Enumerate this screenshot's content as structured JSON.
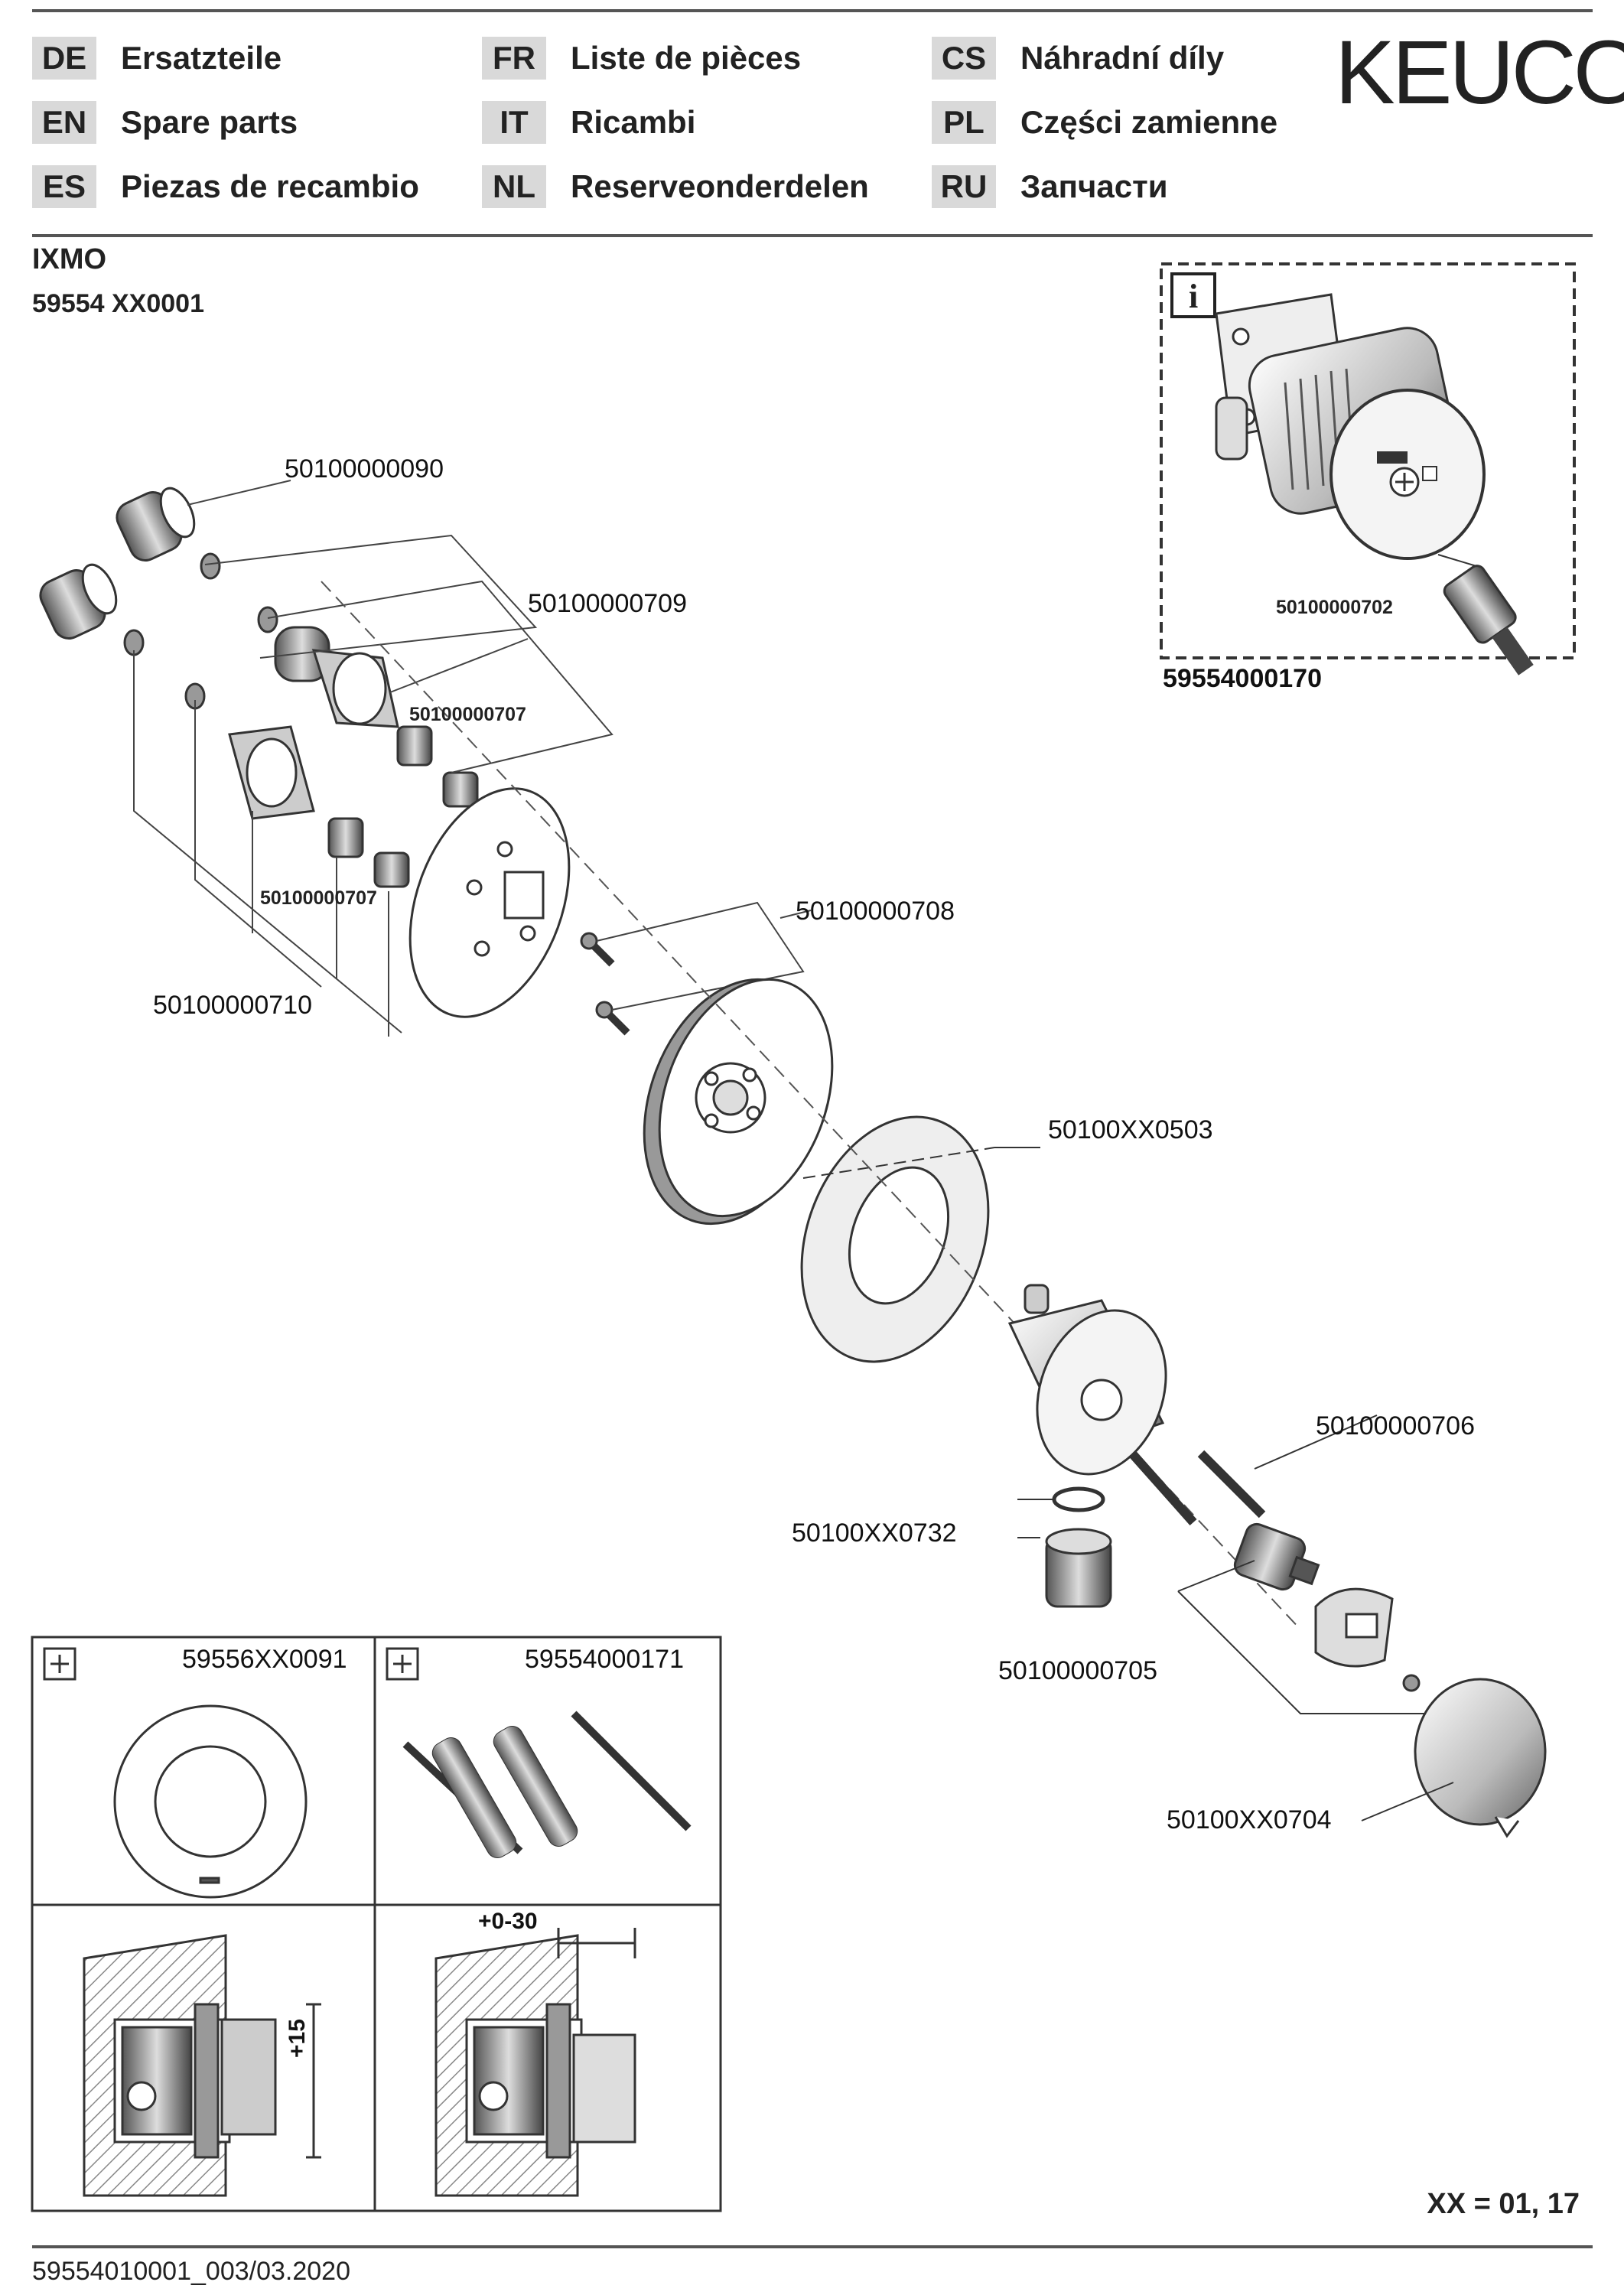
{
  "brand": "KEUCO",
  "languages": [
    {
      "code": "DE",
      "name": "Ersatzteile"
    },
    {
      "code": "EN",
      "name": "Spare parts"
    },
    {
      "code": "ES",
      "name": "Piezas de recambio"
    },
    {
      "code": "FR",
      "name": "Liste de pièces"
    },
    {
      "code": "IT",
      "name": "Ricambi"
    },
    {
      "code": "NL",
      "name": "Reserveonderdelen"
    },
    {
      "code": "CS",
      "name": "Náhradní díly"
    },
    {
      "code": "PL",
      "name": "Części zamienne"
    },
    {
      "code": "RU",
      "name": "Запчасти"
    }
  ],
  "product": {
    "series": "IXMO",
    "number": "59554 XX0001"
  },
  "info_box": {
    "icon": "info-icon",
    "small_part": "50100000702",
    "part": "59554000170"
  },
  "parts": {
    "p090": "50100000090",
    "p709": "50100000709",
    "p707a": "50100000707",
    "p707b": "50100000707",
    "p710": "50100000710",
    "p708": "50100000708",
    "p503": "50100XX0503",
    "p706": "50100000706",
    "p732": "50100XX0732",
    "p705": "50100000705",
    "p704": "50100XX0704"
  },
  "accessories": [
    {
      "icon": "plus-icon",
      "part": "59556XX0091"
    },
    {
      "icon": "plus-icon",
      "part": "59554000171"
    }
  ],
  "dimensions": {
    "d1": "+15",
    "d2": "+0-30"
  },
  "variant_note": "XX = 01, 17",
  "footer": "59554010001_003/03.2020"
}
